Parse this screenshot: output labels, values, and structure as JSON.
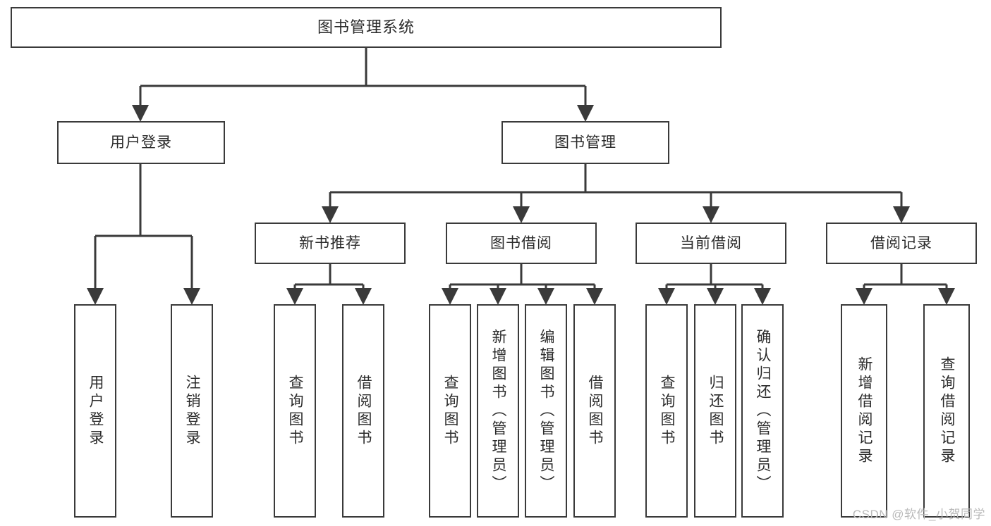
{
  "diagram": {
    "type": "tree-hierarchy",
    "title": "图书管理系统",
    "colors": {
      "box_border": "#3a3a3a",
      "box_fill": "#ffffff",
      "text": "#2b2b2b",
      "edge": "#3a3a3a",
      "watermark": "#b9b9b9",
      "background": "#ffffff"
    },
    "root": {
      "label": "图书管理系统"
    },
    "level1": [
      {
        "label": "用户登录"
      },
      {
        "label": "图书管理"
      }
    ],
    "level2": [
      {
        "label": "新书推荐",
        "parent": "图书管理"
      },
      {
        "label": "图书借阅",
        "parent": "图书管理"
      },
      {
        "label": "当前借阅",
        "parent": "图书管理"
      },
      {
        "label": "借阅记录",
        "parent": "图书管理"
      }
    ],
    "leaves": {
      "user_login": [
        {
          "label": "用户登录"
        },
        {
          "label": "注销登录"
        }
      ],
      "new_book_recommend": [
        {
          "label": "查询图书"
        },
        {
          "label": "借阅图书"
        }
      ],
      "book_borrow": [
        {
          "label": "查询图书"
        },
        {
          "label": "新增图书（管理员）"
        },
        {
          "label": "编辑图书（管理员）"
        },
        {
          "label": "借阅图书"
        }
      ],
      "current_borrow": [
        {
          "label": "查询图书"
        },
        {
          "label": "归还图书"
        },
        {
          "label": "确认归还（管理员）"
        }
      ],
      "borrow_record": [
        {
          "label": "新增借阅记录"
        },
        {
          "label": "查询借阅记录"
        }
      ]
    }
  },
  "watermark": {
    "text": "CSDN @软件_小贺同学"
  }
}
